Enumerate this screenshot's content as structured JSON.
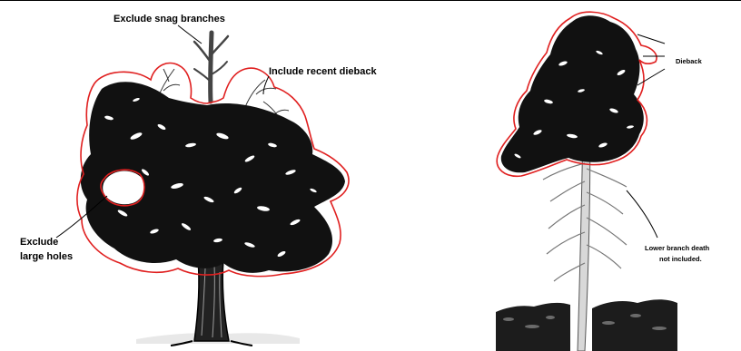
{
  "colors": {
    "outline": "#e02020",
    "ink": "#000000",
    "background": "#ffffff"
  },
  "left_tree": {
    "labels": {
      "snag": "Exclude snag branches",
      "recent": "Include recent dieback",
      "holes_line1": "Exclude",
      "holes_line2": "large holes"
    }
  },
  "right_tree": {
    "labels": {
      "dieback": "Dieback",
      "lower_line1": "Lower branch death",
      "lower_line2": "not included."
    }
  }
}
